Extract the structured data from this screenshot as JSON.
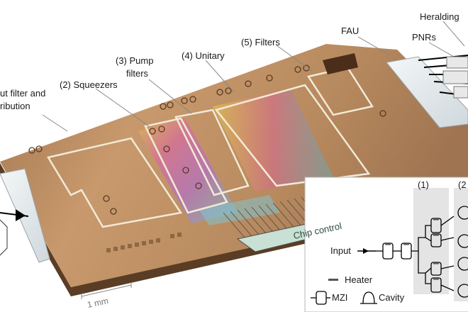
{
  "labels": {
    "input_filter_line1": "ut filter and",
    "input_filter_line2": "ribution",
    "squeezers": "(2) Squeezers",
    "pump_filters_line1": "(3) Pump",
    "pump_filters_line2": "filters",
    "unitary": "(4) Unitary",
    "filters": "(5) Filters",
    "fau": "FAU",
    "heralding": "Heralding",
    "pnrs": "PNRs",
    "chip_control": "Chip control",
    "scale": "1 mm"
  },
  "inset": {
    "stage1": "(1)",
    "stage2": "(2",
    "input": "Input",
    "heater": "Heater",
    "mzi": "MZI",
    "cavity": "Cavity"
  },
  "colors": {
    "chip_base": "#b8875a",
    "chip_edge": "#6d4a2c",
    "chip_control": "#c9e0d4",
    "inset_bg": "#ececec"
  }
}
